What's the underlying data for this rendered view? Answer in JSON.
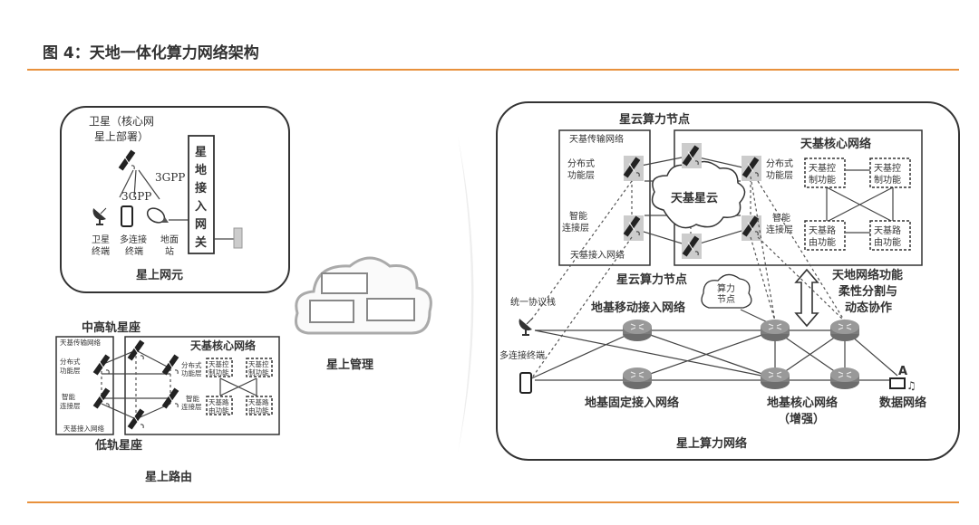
{
  "title": "图 4：天地一体化算力网络架构",
  "colors": {
    "accent_rule": "#e8913c",
    "router": "#8a8a8a"
  },
  "panel_onboard_element": {
    "satellite_label_1": "卫星（核心网",
    "satellite_label_2": "星上部署）",
    "link_label_a": "3GPP",
    "link_label_b": "3GPP",
    "sat_terminal": [
      "卫星",
      "终端"
    ],
    "multi_terminal": [
      "多连接",
      "终端"
    ],
    "ground_station": [
      "地面",
      "站"
    ],
    "gateway": [
      "星",
      "地",
      "接",
      "入",
      "网",
      "关"
    ],
    "caption": "星上网元"
  },
  "panel_routing": {
    "top_label": "中高轨星座",
    "left_box": {
      "top": "天基传输网络",
      "layer1": [
        "分布式",
        "功能层"
      ],
      "layer2": [
        "智能",
        "连接层"
      ],
      "bottom": "天基接入网络"
    },
    "right_box": {
      "title": "天基核心网络",
      "layer1": [
        "分布式",
        "功能层"
      ],
      "layer2": [
        "智能",
        "连接层"
      ],
      "functions": [
        [
          "天基控",
          "制功能"
        ],
        [
          "天基控",
          "制功能"
        ],
        [
          "天基路",
          "由功能"
        ],
        [
          "天基路",
          "由功能"
        ]
      ]
    },
    "bottom_label": "低轨星座",
    "caption": "星上路由"
  },
  "panel_management": {
    "caption": "星上管理"
  },
  "panel_compute": {
    "top_label": "星云算力节点",
    "left_box": {
      "top": "天基传输网络",
      "layer1": [
        "分布式",
        "功能层"
      ],
      "layer2": [
        "智能",
        "连接层"
      ],
      "bottom": "天基接入网络"
    },
    "cloud": "天基星云",
    "right_box": {
      "title": "天基核心网络",
      "layer1": [
        "分布式",
        "功能层"
      ],
      "layer2": [
        "智能",
        "连接层"
      ],
      "functions": [
        [
          "天基控",
          "制功能"
        ],
        [
          "天基控",
          "制功能"
        ],
        [
          "天基路",
          "由功能"
        ],
        [
          "天基路",
          "由功能"
        ]
      ]
    },
    "bottom_label": "星云算力节点",
    "compute_node": [
      "算力",
      "节点"
    ],
    "split_label": [
      "天地网络功能",
      "柔性分割与",
      "动态协作"
    ],
    "protocol_stack": "统一协议栈",
    "mobile_access": "地基移动接入网络",
    "multi_terminal": "多连接终端",
    "fixed_access": "地基固定接入网络",
    "core_network": "地基核心网络",
    "core_enhanced": "（增强）",
    "data_network": "数据网络",
    "data_icon_letter": "A",
    "caption": "星上算力网络"
  }
}
